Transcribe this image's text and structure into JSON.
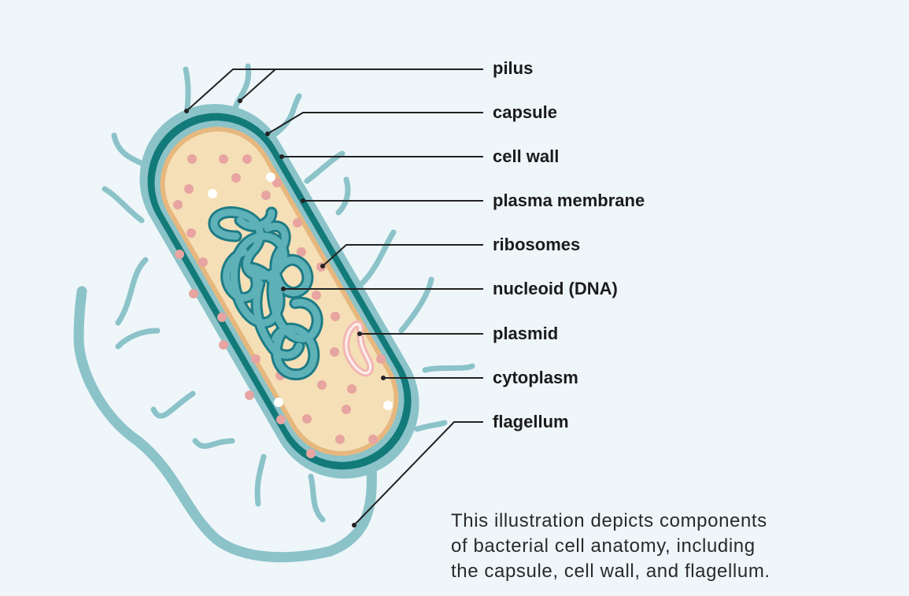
{
  "labels": {
    "pilus": "pilus",
    "capsule": "capsule",
    "cell_wall": "cell wall",
    "plasma_membrane": "plasma membrane",
    "ribosomes": "ribosomes",
    "nucleoid": "nucleoid (DNA)",
    "plasmid": "plasmid",
    "cytoplasm": "cytoplasm",
    "flagellum": "flagellum"
  },
  "caption": {
    "line1": "This illustration depicts components",
    "line2": "of bacterial cell anatomy, including",
    "line3": "the capsule, cell wall, and flagellum."
  },
  "colors": {
    "background": "#eef6fa",
    "capsule": "#8bc3c9",
    "cell_wall": "#137a7a",
    "membrane": "#e6b77e",
    "cytoplasm": "#f5dfb6",
    "ribosome": "#e7a4a0",
    "dna": "#3f9aa4",
    "plasmid": "#f2b7b5",
    "leader_line": "#222222"
  }
}
